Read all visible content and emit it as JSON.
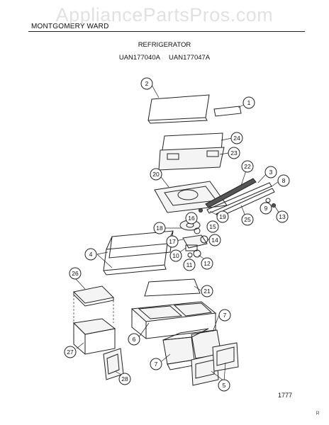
{
  "watermark": "AppliancePartsPros.com",
  "header": {
    "brand": "MONTGOMERY WARD",
    "title": "REFRIGERATOR",
    "models": "UAN177040A   UAN177047A"
  },
  "figure_number": "1777",
  "corner_mark": "ᴿ",
  "callouts": [
    {
      "id": "callout-1",
      "label": "1"
    },
    {
      "id": "callout-2",
      "label": "2"
    },
    {
      "id": "callout-3",
      "label": "3"
    },
    {
      "id": "callout-4",
      "label": "4"
    },
    {
      "id": "callout-5",
      "label": "5"
    },
    {
      "id": "callout-6",
      "label": "6"
    },
    {
      "id": "callout-7a",
      "label": "7"
    },
    {
      "id": "callout-7b",
      "label": "7"
    },
    {
      "id": "callout-8",
      "label": "8"
    },
    {
      "id": "callout-9",
      "label": "9"
    },
    {
      "id": "callout-10",
      "label": "10"
    },
    {
      "id": "callout-11",
      "label": "11"
    },
    {
      "id": "callout-12",
      "label": "12"
    },
    {
      "id": "callout-13",
      "label": "13"
    },
    {
      "id": "callout-14",
      "label": "14"
    },
    {
      "id": "callout-15",
      "label": "15"
    },
    {
      "id": "callout-16",
      "label": "16"
    },
    {
      "id": "callout-17",
      "label": "17"
    },
    {
      "id": "callout-18",
      "label": "18"
    },
    {
      "id": "callout-19",
      "label": "19"
    },
    {
      "id": "callout-20",
      "label": "20"
    },
    {
      "id": "callout-21",
      "label": "21"
    },
    {
      "id": "callout-22",
      "label": "22"
    },
    {
      "id": "callout-23",
      "label": "23"
    },
    {
      "id": "callout-24",
      "label": "24"
    },
    {
      "id": "callout-25",
      "label": "25"
    },
    {
      "id": "callout-26",
      "label": "26"
    },
    {
      "id": "callout-27",
      "label": "27"
    },
    {
      "id": "callout-28",
      "label": "28"
    }
  ]
}
